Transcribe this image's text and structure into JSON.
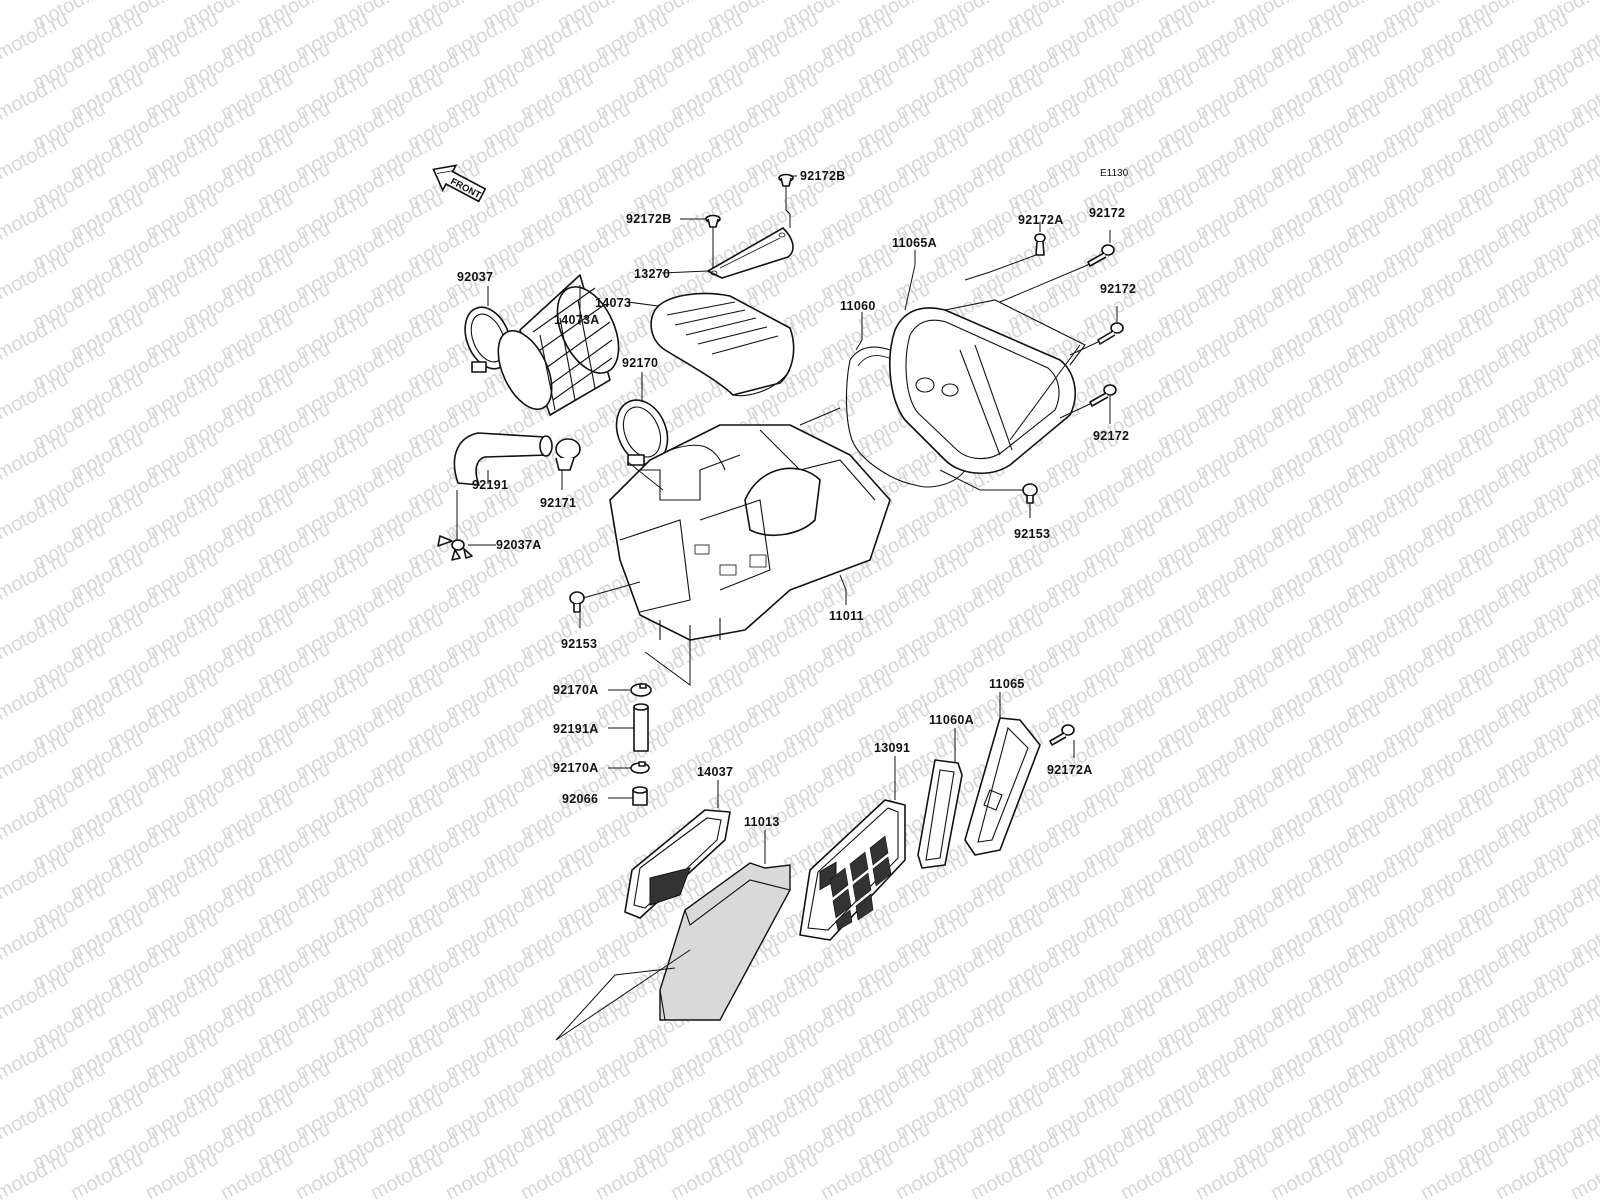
{
  "watermark": "motod.ru",
  "diagram_code": "E1130",
  "front_arrow_label": "FRONT",
  "labels": {
    "92172B_top": "92172B",
    "92172B_mid": "92172B",
    "13270": "13270",
    "92172A_top": "92172A",
    "92172_a": "92172",
    "92172_b": "92172",
    "92172_c": "92172",
    "11065A": "11065A",
    "11060": "11060",
    "92037": "92037",
    "14073A": "14073A",
    "14073": "14073",
    "92170": "92170",
    "92191": "92191",
    "92171": "92171",
    "92037A": "92037A",
    "92153_right": "92153",
    "92153_left": "92153",
    "11011": "11011",
    "92170A_top": "92170A",
    "92191A": "92191A",
    "92170A_bottom": "92170A",
    "92066": "92066",
    "14037": "14037",
    "11013": "11013",
    "13091": "13091",
    "11060A": "11060A",
    "11065": "11065",
    "92172A_bottom": "92172A"
  }
}
